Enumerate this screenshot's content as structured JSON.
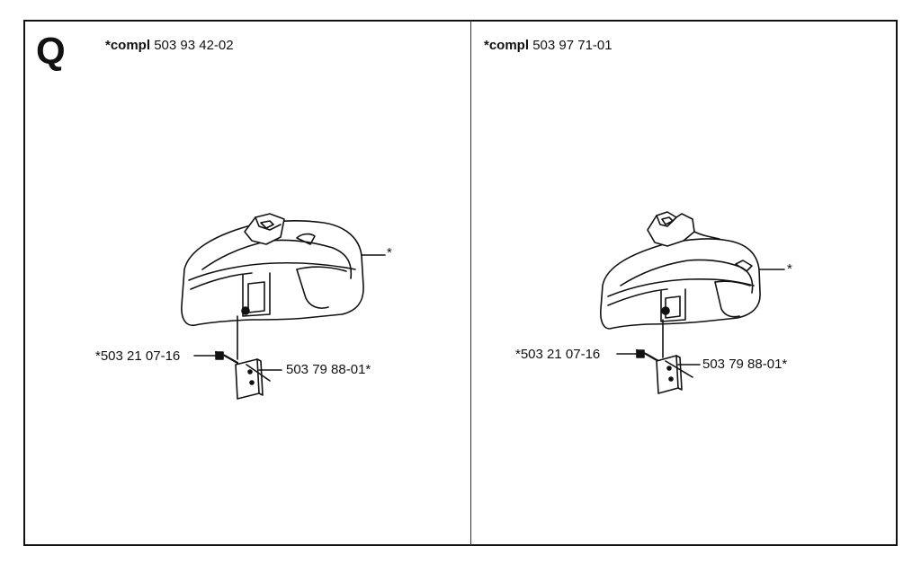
{
  "section_letter": "Q",
  "panels": [
    {
      "compl_label": "*compl",
      "part_number": "503 93 42-02",
      "callouts": {
        "guard": "*",
        "screw": "*503 21 07-16",
        "plate": "503 79 88-01*"
      }
    },
    {
      "compl_label": "*compl",
      "part_number": "503 97 71-01",
      "callouts": {
        "guard": "*",
        "screw": "*503 21 07-16",
        "plate": "503 79 88-01*"
      }
    }
  ]
}
